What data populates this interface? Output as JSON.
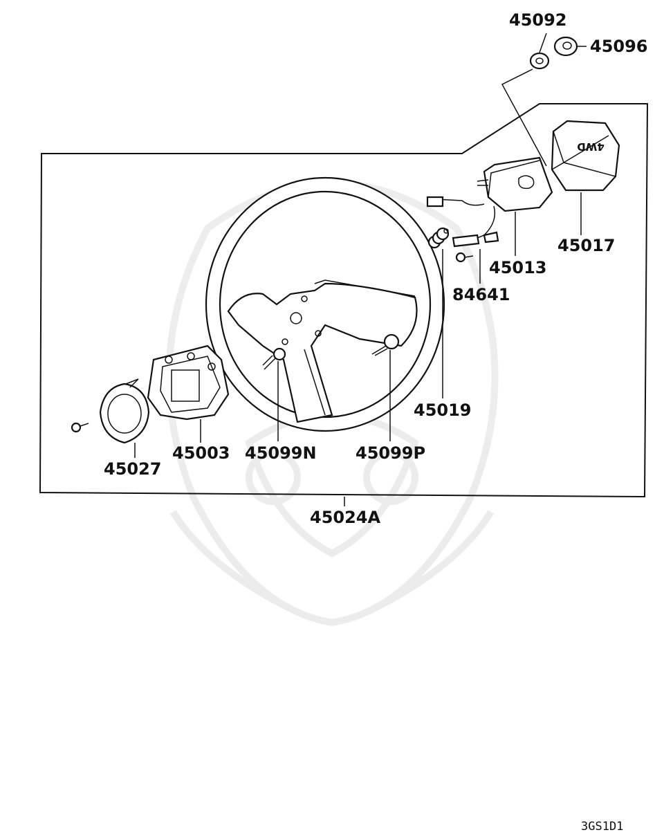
{
  "diagram": {
    "reference_code": "3GS1D1",
    "pad_logo_text": "4WD",
    "labels": {
      "p45092": "45092",
      "p45096": "45096",
      "p45017": "45017",
      "p45013": "45013",
      "p84641": "84641",
      "p45019": "45019",
      "p45003": "45003",
      "p45027": "45027",
      "p45099N": "45099N",
      "p45099P": "45099P",
      "p45024A": "45024A"
    },
    "colors": {
      "ink": "#111111",
      "paper": "#ffffff",
      "watermark": "#ebebeb"
    }
  }
}
